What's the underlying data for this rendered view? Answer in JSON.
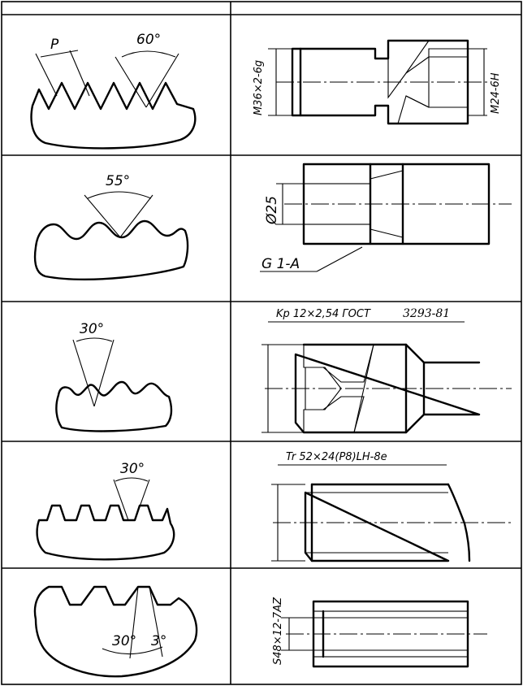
{
  "rows": [
    {
      "profile_labels": [
        "P",
        "60°"
      ],
      "drawing_labels": [
        "M36×2-6g",
        "M24-6H"
      ]
    },
    {
      "profile_labels": [
        "55°"
      ],
      "drawing_labels": [
        "Ø25",
        "G 1-A"
      ]
    },
    {
      "profile_labels": [
        "30°"
      ],
      "drawing_labels": [
        "Kp 12×2,54 ГОСТ",
        "3293-81"
      ]
    },
    {
      "profile_labels": [
        "30°"
      ],
      "drawing_labels": [
        "Tr 52×24(P8)LH-8e"
      ]
    },
    {
      "profile_labels": [
        "30°",
        "3°"
      ],
      "drawing_labels": [
        "S48×12-7AZ"
      ]
    }
  ]
}
